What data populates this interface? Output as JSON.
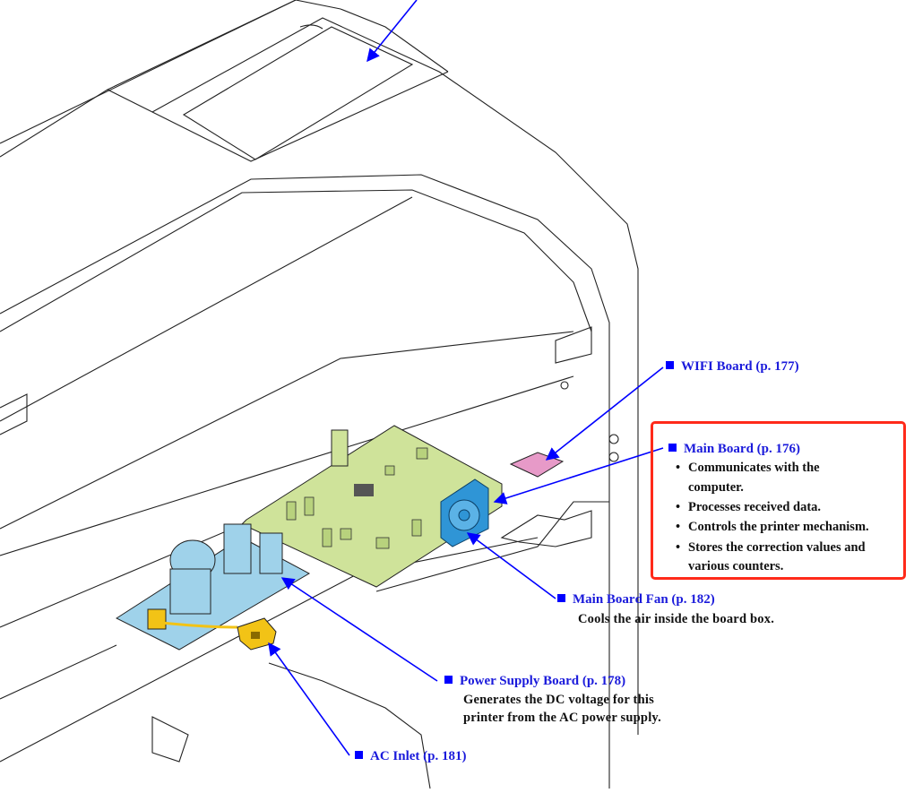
{
  "colors": {
    "label": "#1a1adb",
    "leader": "#0000ff",
    "highlight": "#ff2a1a",
    "main_board": "#cfe39a",
    "power_board": "#9fd2ea",
    "fan": "#2f95d6",
    "wifi": "#e79ac8",
    "ac_inlet": "#f2c316"
  },
  "labels": {
    "wifi": {
      "title": "WIFI Board (p. 177)"
    },
    "main_board": {
      "title": "Main Board (p. 176)",
      "bullets": [
        "Communicates with the",
        "computer.",
        "Processes received data.",
        "Controls the printer mechanism.",
        "Stores the correction values and",
        "various counters."
      ]
    },
    "fan": {
      "title": "Main Board Fan (p. 182)",
      "desc": "Cools the air inside the board box."
    },
    "power_supply": {
      "title": "Power Supply Board (p. 178)",
      "desc": [
        "Generates the DC voltage for this",
        "printer from the AC power supply."
      ]
    },
    "ac_inlet": {
      "title": "AC Inlet (p. 181)"
    }
  }
}
